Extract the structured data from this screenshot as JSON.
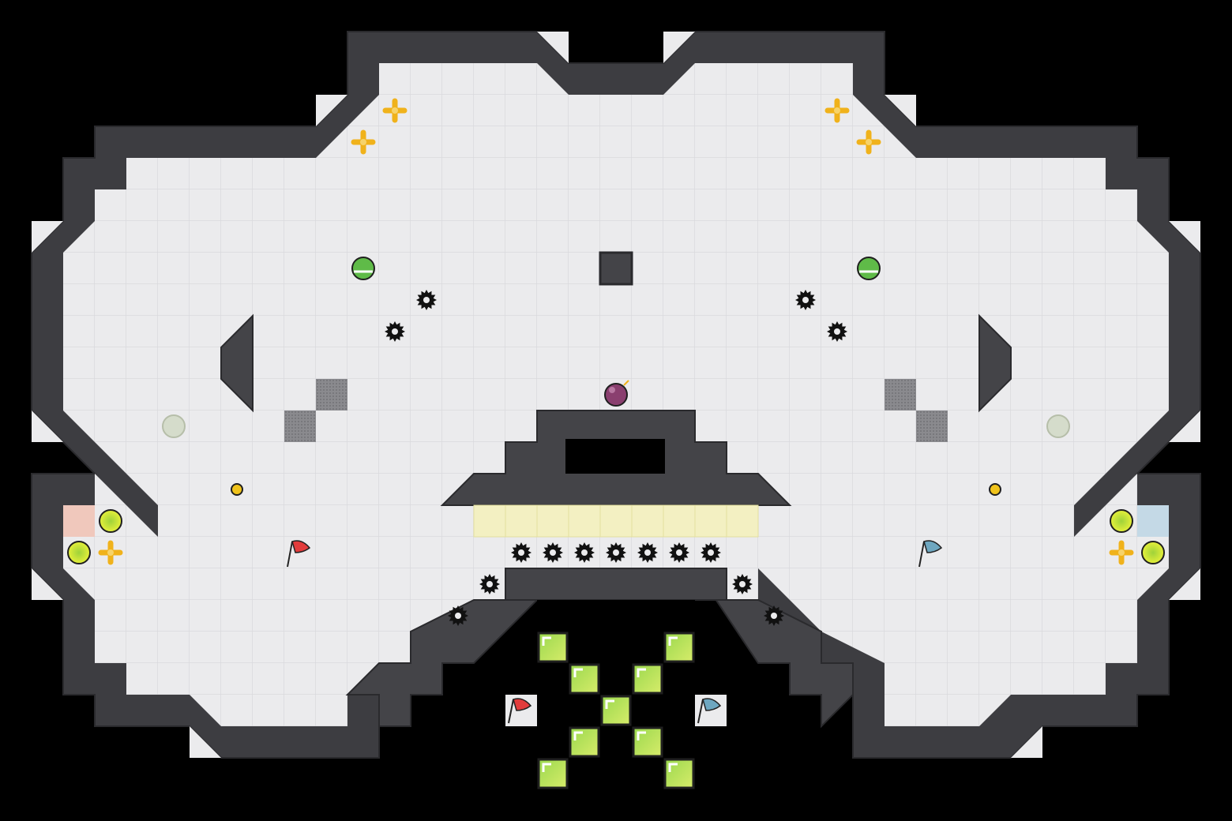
{
  "game": {
    "name": "",
    "view": "arena-map"
  },
  "colors": {
    "background": "#000000",
    "floor": "#ebebed",
    "grid_line": "#dcdcdf",
    "wall": "#444448",
    "wall_edge": "#2b2b2e",
    "wall_light": "#5a5a5f",
    "red_team": "#e23c3c",
    "red_base": "#f0c8bc",
    "blue_team": "#6ea7c0",
    "blue_base": "#c4d9e6",
    "speed_pad": "#f3f0c2",
    "boost": "#f0b21b",
    "bomb": "#8a3f6f",
    "powerup_green": "#6cc04a",
    "gate_green": "#c8e66a",
    "spike": "#111111"
  },
  "legend": {
    "grid": "40px tiles",
    "icons": [
      "red-flag-icon",
      "blue-flag-icon",
      "boost-icon",
      "spike-icon",
      "bomb-icon",
      "powerup-icon",
      "button-icon",
      "portal-icon",
      "gate-tile"
    ]
  }
}
